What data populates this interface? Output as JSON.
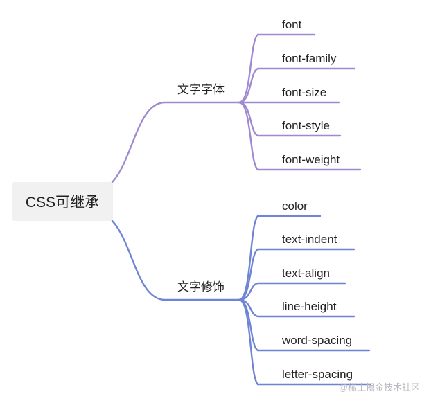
{
  "root": {
    "label": "CSS可继承"
  },
  "branches": [
    {
      "label": "文字字体",
      "color": "#a089d3",
      "leaves": [
        "font",
        "font-family",
        "font-size",
        "font-style",
        "font-weight"
      ]
    },
    {
      "label": "文字修饰",
      "color": "#6f84d4",
      "leaves": [
        "color",
        "text-indent",
        "text-align",
        "line-height",
        "word-spacing",
        "letter-spacing"
      ]
    }
  ],
  "watermark": "@稀土掘金技术社区"
}
